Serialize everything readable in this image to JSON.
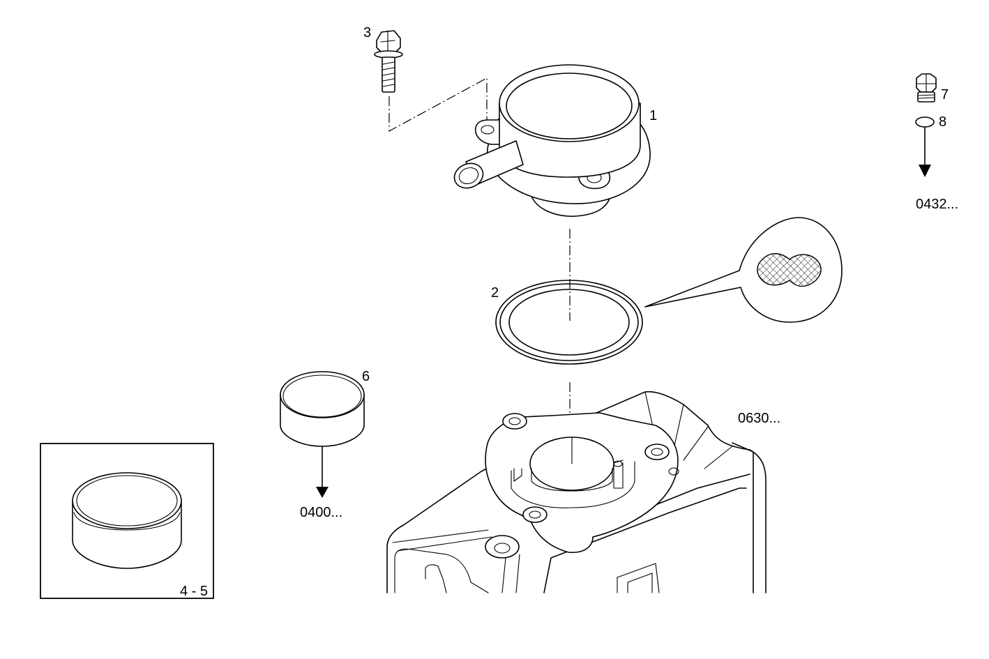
{
  "diagram": {
    "callouts": [
      {
        "id": "1",
        "label": "1"
      },
      {
        "id": "2",
        "label": "2"
      },
      {
        "id": "3",
        "label": "3"
      },
      {
        "id": "6",
        "label": "6"
      },
      {
        "id": "7",
        "label": "7"
      },
      {
        "id": "8",
        "label": "8"
      }
    ],
    "references": {
      "ref_0432": "0432...",
      "ref_0400": "0400...",
      "ref_0630": "0630..."
    },
    "inset": {
      "label": "4 - 5"
    }
  }
}
